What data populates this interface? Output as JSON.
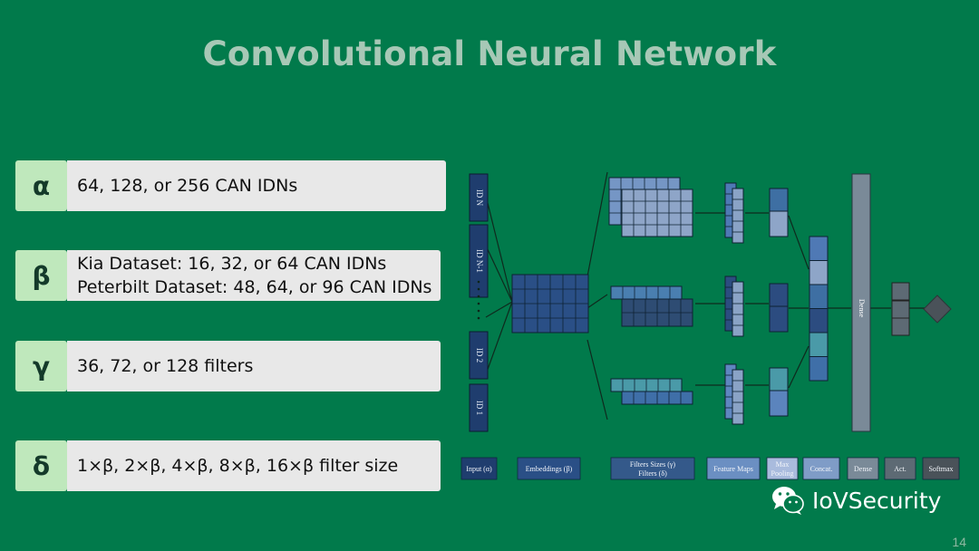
{
  "title": "Convolutional Neural Network",
  "params": [
    {
      "symbol": "α",
      "lines": [
        "64, 128, or 256 CAN IDNs"
      ]
    },
    {
      "symbol": "β",
      "lines": [
        "Kia Dataset: 16, 32, or 64 CAN IDNs",
        "Peterbilt Dataset: 48, 64, or 96 CAN IDNs"
      ]
    },
    {
      "symbol": "γ",
      "lines": [
        "36, 72, or 128 filters"
      ]
    },
    {
      "symbol": "δ",
      "lines": [
        "1×β, 2×β, 4×β, 8×β, 16×β filter size"
      ]
    }
  ],
  "diagram": {
    "inputs": [
      "ID N",
      "ID N-1",
      "ID 2",
      "ID 1"
    ],
    "dense_label": "Dense",
    "legend": [
      {
        "label": "Input (α)",
        "color": "#1f3d6e"
      },
      {
        "label": "Embeddings (β)",
        "color": "#2a4f86"
      },
      {
        "label": "Filters Sizes (γ)",
        "label2": "Filters (δ)",
        "color": "#34598a"
      },
      {
        "label": "Feature Maps",
        "color": "#6b8fc2"
      },
      {
        "label": "Max",
        "label2": "Pooling",
        "color": "#a9bbdd"
      },
      {
        "label": "Concat.",
        "color": "#7f9cc7"
      },
      {
        "label": "Dense",
        "color": "#7a8a98"
      },
      {
        "label": "Act.",
        "color": "#5d6a74"
      },
      {
        "label": "Softmax",
        "color": "#4a5259"
      }
    ]
  },
  "watermark": "IoVSecurity",
  "page_number": "14"
}
